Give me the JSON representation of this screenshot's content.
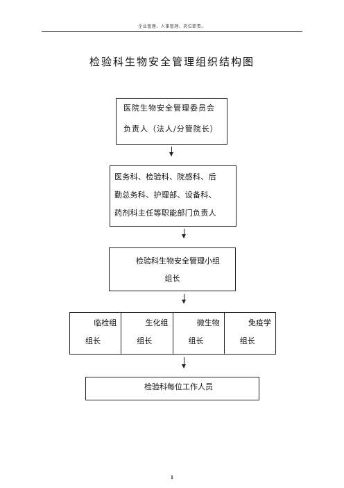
{
  "header": {
    "note": "企业管理、人事管理、岗位职责。"
  },
  "title": "检验科生物安全管理组织结构图",
  "boxes": {
    "committee": {
      "line1": "医院生物安全管理委员会",
      "line2": "负责人（法人/分管院长）"
    },
    "departments": {
      "line1": "医务科、检验科、院感科、后",
      "line2": "勤总务科、护理部、设备科、",
      "line3": "药剂科主任等职能部门负责人"
    },
    "lab_group": {
      "line1": "检验科生物安全管理小组",
      "line2": "组长"
    },
    "subgroups": [
      {
        "name": "临检组",
        "role": "组长"
      },
      {
        "name": "生化组",
        "role": "组长"
      },
      {
        "name": "微生物",
        "role": "组长"
      },
      {
        "name": "免疫学",
        "role": "组长"
      }
    ],
    "staff": {
      "line1": "检验科每位工作人员"
    }
  },
  "page_number": "1"
}
